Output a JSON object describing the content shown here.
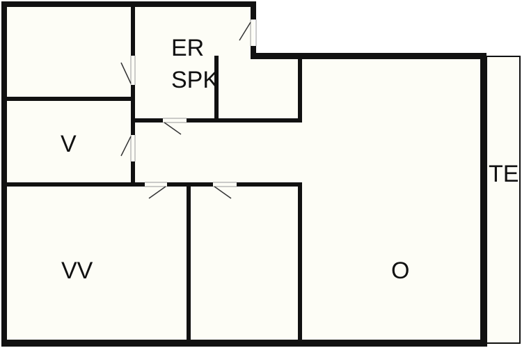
{
  "plan": {
    "colors": {
      "background": "#ffffff",
      "floor": "#fdfdf6",
      "wall": "#111111",
      "door": "#333333"
    },
    "rooms": {
      "storage_top_left": {
        "label": ""
      },
      "entry": {
        "label_line1": "ER",
        "label_line2": "SPK"
      },
      "closet": {
        "label": ""
      },
      "sauna": {
        "label": "V"
      },
      "bedroom": {
        "label": "VV"
      },
      "small_room": {
        "label": ""
      },
      "living_room": {
        "label": "O"
      },
      "terrace": {
        "label": "TE"
      }
    }
  }
}
